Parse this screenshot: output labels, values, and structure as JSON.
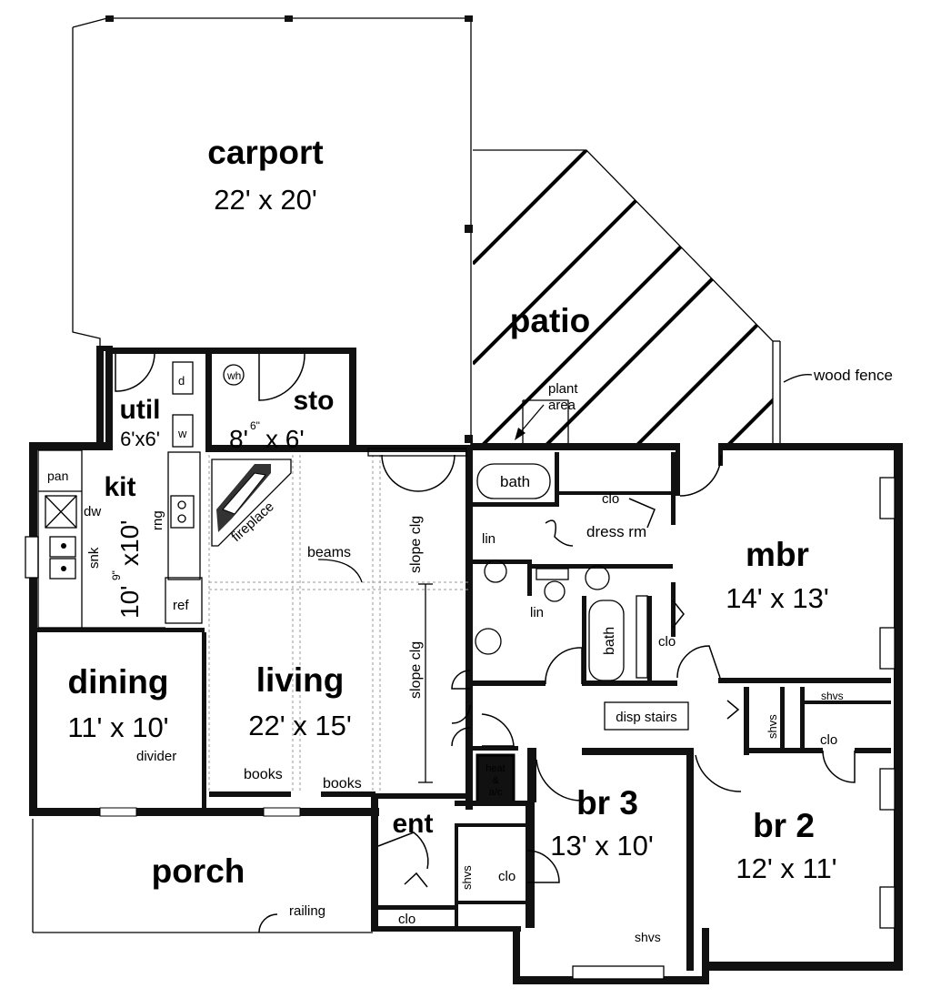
{
  "rooms": {
    "carport": {
      "name": "carport",
      "dim": "22' x 20'"
    },
    "patio": {
      "name": "patio"
    },
    "util": {
      "name": "util",
      "dim": "6'x6'"
    },
    "sto": {
      "name": "sto",
      "dim_a": "8'",
      "dim_sup": "6\"",
      "dim_b": "x 6'"
    },
    "kit": {
      "name": "kit",
      "dim_a": "10'",
      "dim_sup": "9\"",
      "dim_b": "x10'"
    },
    "dining": {
      "name": "dining",
      "dim": "11' x 10'"
    },
    "living": {
      "name": "living",
      "dim": "22' x 15'"
    },
    "porch": {
      "name": "porch"
    },
    "ent": {
      "name": "ent"
    },
    "mbr": {
      "name": "mbr",
      "dim": "14' x 13'"
    },
    "br3": {
      "name": "br 3",
      "dim": "13' x 10'"
    },
    "br2": {
      "name": "br 2",
      "dim": "12' x 11'"
    }
  },
  "labels": {
    "wood_fence": "wood fence",
    "plant": "plant",
    "area": "area",
    "pan": "pan",
    "dw": "dw",
    "snk": "snk",
    "rng": "rng",
    "ref": "ref",
    "fireplace": "fireplace",
    "beams": "beams",
    "slope_clg": "slope clg",
    "books": "books",
    "divider": "divider",
    "railing": "railing",
    "bath": "bath",
    "clo": "clo",
    "dress_rm": "dress rm",
    "lin": "lin",
    "disp_stairs": "disp stairs",
    "shvs": "shvs",
    "heat": "heat",
    "amp": "&",
    "ac": "a/c",
    "wh": "wh",
    "d": "d",
    "w": "w"
  }
}
